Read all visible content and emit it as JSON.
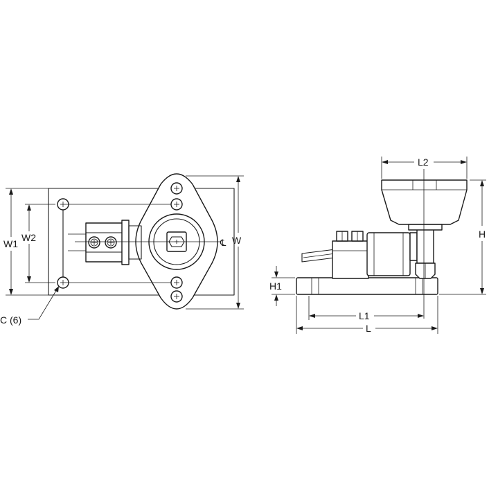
{
  "labels": {
    "w1": "W1",
    "w2": "W2",
    "w": "W",
    "centerline": "℄",
    "c6": "C (6)",
    "l2": "L2",
    "h": "H",
    "h1": "H1",
    "l1": "L1",
    "l": "L"
  }
}
